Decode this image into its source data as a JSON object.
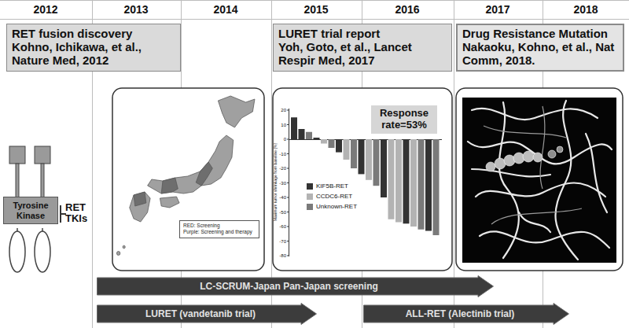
{
  "diagram": {
    "nodes": [
      {
        "text": [
          "RET fusion discovery",
          "Kohno, Ichikawa, et al., Nature Med, 2012"
        ]
      },
      {
        "text": [
          "LURET trial report",
          "Yoh, Goto, et al., Lancet Respir Med, 2017"
        ]
      },
      {
        "text": [
          "Drug Resistance Mutation",
          "Nakaoku, Kohno, et al., Nat Comm, 2018."
        ]
      },
      {
        "text": [
          "Tyrosine Kinase"
        ]
      },
      {
        "text": [
          "RED: Screening",
          "Purple: Screening and therapy"
        ]
      },
      {
        "text": [
          "Response rate=53%"
        ]
      },
      {
        "text": [
          "LC-SCRUM-Japan Pan-Japan screening"
        ]
      },
      {
        "text": [
          "LURET (vandetanib trial)"
        ]
      },
      {
        "text": [
          "ALL-RET (Alectinib trial)"
        ]
      }
    ],
    "labels": [
      "2012",
      "2013",
      "2014",
      "2015",
      "2016",
      "2017",
      "2018",
      "RET TKIs",
      "20",
      "10",
      "0",
      "-10",
      "-20",
      "-30",
      "-40",
      "-50",
      "-60",
      "-70",
      "-80",
      "Maximum tumor shrinkage from baseline (%)"
    ],
    "legend": [
      {
        "text": "KIF5B-RET",
        "color": "#333333"
      },
      {
        "text": "CCDC6-RET",
        "color": "#b3b3b3"
      },
      {
        "text": "Unknown-RET",
        "color": "#7a7a7a"
      }
    ]
  }
}
